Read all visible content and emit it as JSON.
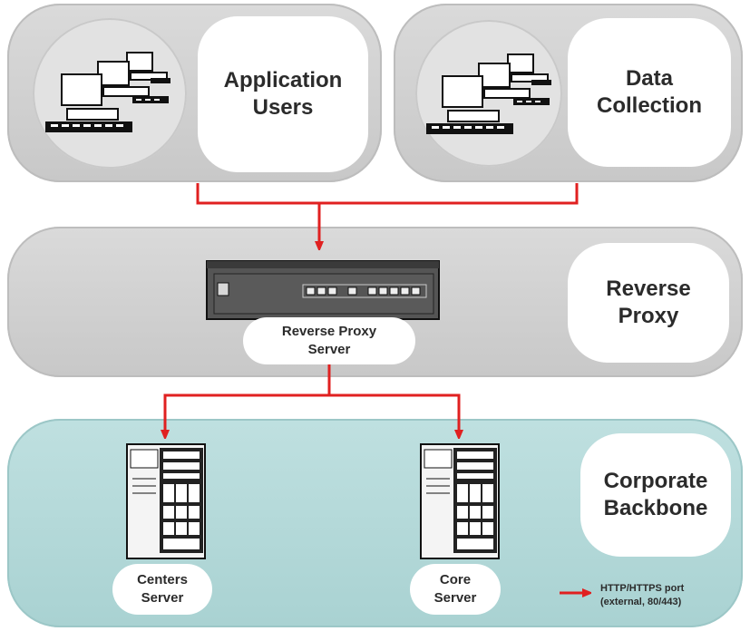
{
  "zones": {
    "app_users": {
      "title": "Application\nUsers"
    },
    "data_collection": {
      "title": "Data\nCollection"
    },
    "reverse_proxy": {
      "title": "Reverse\nProxy",
      "server_label": "Reverse Proxy\nServer"
    },
    "corporate_backbone": {
      "title": "Corporate\nBackbone",
      "centers_label": "Centers\nServer",
      "core_label": "Core\nServer"
    }
  },
  "legend": {
    "text": "HTTP/HTTPS port\n(external, 80/443)"
  },
  "colors": {
    "connection": "#e02020",
    "zone_gray": "#d0d0d0",
    "zone_teal": "#b3d8d8"
  },
  "icons": [
    "workstations-icon",
    "proxy-appliance-icon",
    "tower-server-icon"
  ]
}
